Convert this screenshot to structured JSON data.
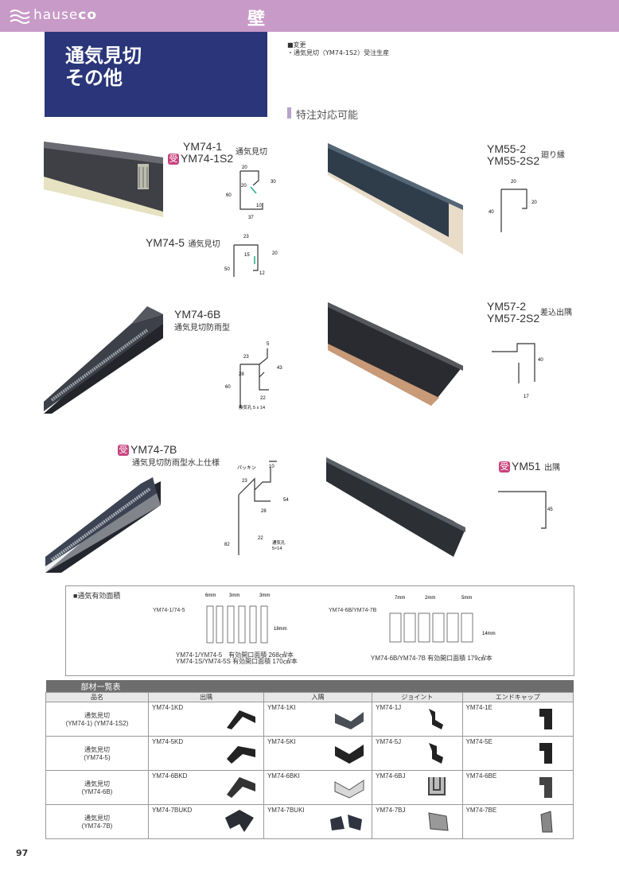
{
  "header": {
    "brand_light": "hause",
    "brand_bold": "co",
    "section": "壁"
  },
  "title": {
    "line1": "通気見切",
    "line2": "その他"
  },
  "change_note": {
    "heading": "■変更",
    "item": "・通気見切（YM74-1S2）受注生産"
  },
  "special_order": "特注対応可能",
  "badge_char": "受",
  "products": {
    "ym74_1": {
      "code1": "YM74-1",
      "code2": "YM74-1S2",
      "desc": "通気見切",
      "dims": [
        "20",
        "20",
        "30",
        "10",
        "60",
        "37"
      ]
    },
    "ym74_5": {
      "code": "YM74-5",
      "desc": "通気見切",
      "dims": [
        "23",
        "15",
        "20",
        "50",
        "12"
      ]
    },
    "ym74_6b": {
      "code": "YM74-6B",
      "desc": "通気見切防雨型",
      "dims": [
        "5",
        "23",
        "43",
        "28",
        "60",
        "22"
      ],
      "note": "換気孔 5 x 14"
    },
    "ym74_7b": {
      "code": "YM74-7B",
      "desc": "通気見切防雨型水上仕様",
      "dims": [
        "10",
        "23",
        "54",
        "28",
        "82",
        "22"
      ],
      "packing": "パッキン",
      "note1": "通気孔",
      "note2": "5×14"
    },
    "ym55_2": {
      "code1": "YM55-2",
      "code2": "YM55-2S2",
      "desc": "廻り縁",
      "dims": [
        "20",
        "20",
        "40"
      ]
    },
    "ym57_2": {
      "code1": "YM57-2",
      "code2": "YM57-2S2",
      "desc": "差込出隅",
      "dims": [
        "40",
        "17"
      ]
    },
    "ym51": {
      "code": "YM51",
      "desc": "出隅",
      "dims": [
        "45"
      ]
    }
  },
  "vent_area": {
    "title": "■通気有効面積",
    "left_label": "YM74-1/74-5",
    "left_dims": [
      "6mm",
      "3mm",
      "3mm",
      "18mm"
    ],
    "left_result1": "YM74-1/YM74-5　有効開口面積 268㎠/本",
    "left_result2": "YM74-1S/YM74-5S 有効開口面積 170㎠/本",
    "right_label": "YM74-6B/YM74-7B",
    "right_dims": [
      "7mm",
      "2mm",
      "5mm",
      "14mm"
    ],
    "right_result": "YM74-6B/YM74-7B 有効開口面積 179㎠/本"
  },
  "parts_table": {
    "caption": "部材一覧表",
    "headers": [
      "品名",
      "出隅",
      "入隅",
      "ジョイント",
      "エンドキャップ"
    ],
    "rows": [
      {
        "name1": "通気見切",
        "name2": "(YM74-1) (YM74-1S2)",
        "cells": [
          "YM74-1KD",
          "YM74-1KI",
          "YM74-1J",
          "YM74-1E"
        ]
      },
      {
        "name1": "通気見切",
        "name2": "(YM74-5)",
        "cells": [
          "YM74-5KD",
          "YM74-5KI",
          "YM74-5J",
          "YM74-5E"
        ]
      },
      {
        "name1": "通気見切",
        "name2": "(YM74-6B)",
        "cells": [
          "YM74-6BKD",
          "YM74-6BKI",
          "YM74-6BJ",
          "YM74-6BE"
        ]
      },
      {
        "name1": "通気見切",
        "name2": "(YM74-7B)",
        "cells": [
          "YM74-7BUKD",
          "YM74-7BUKI",
          "YM74-7BJ",
          "YM74-7BE"
        ]
      }
    ]
  },
  "page_number": "97",
  "colors": {
    "header": "#c89ac7",
    "title_box": "#2a3679",
    "badge": "#c8437e",
    "table_caption": "#6d6d6d"
  }
}
